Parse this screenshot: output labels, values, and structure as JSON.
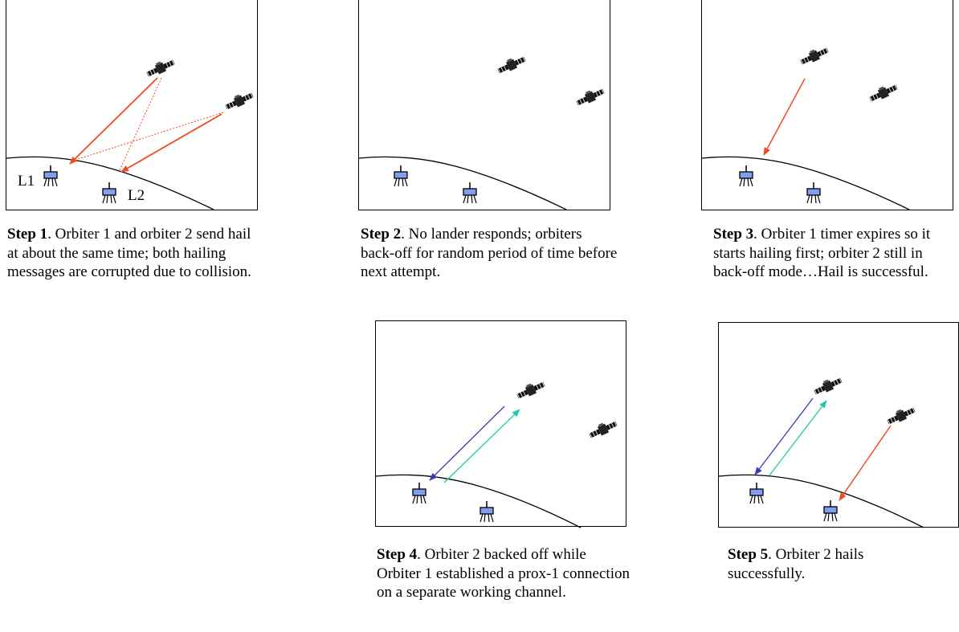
{
  "colors": {
    "hail": "#f24a1d",
    "downlink": "#3a3ab8",
    "uplink": "#24c8a6",
    "lander_fill": "#7fa0f0",
    "outline": "#000000"
  },
  "icons": {
    "orbiter": "satellite-icon",
    "lander": "lander-icon"
  },
  "steps": [
    {
      "label": "Step 1",
      "text": ". Orbiter 1 and orbiter 2 send hail at about the same time; both hailing messages are corrupted due to collision."
    },
    {
      "label": "Step 2",
      "text": ". No lander responds; orbiters back-off for random period of time before next attempt."
    },
    {
      "label": "Step 3",
      "text": ".  Orbiter 1 timer expires so it starts hailing first; orbiter 2 still in back-off mode…Hail is successful."
    },
    {
      "label": "Step 4",
      "text": ". Orbiter 2 backed off while Orbiter 1 established a prox-1 connection on a separate working channel."
    },
    {
      "label": "Step 5",
      "text": ". Orbiter 2 hails successfully."
    }
  ],
  "lander_labels": {
    "l1": "L1",
    "l2": "L2"
  }
}
